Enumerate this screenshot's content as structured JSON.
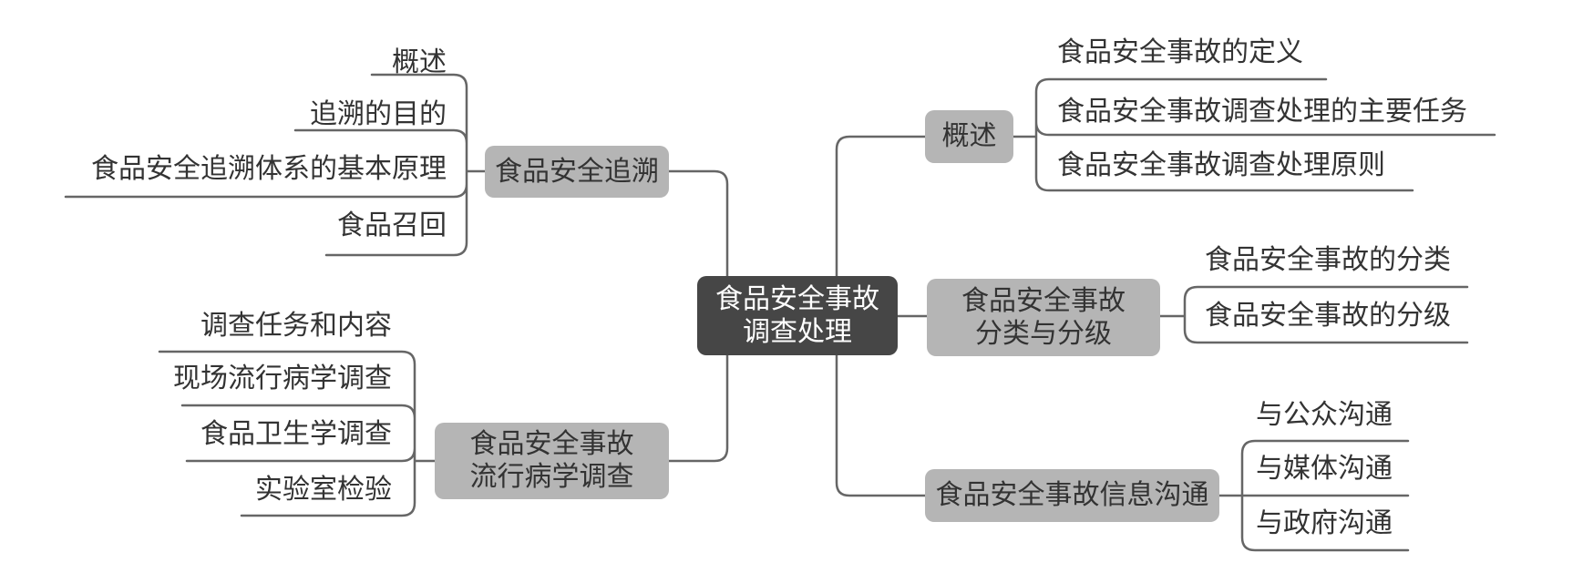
{
  "colors": {
    "root_fill": "#464646",
    "branch_fill": "#b5b5b5",
    "line": "#666666",
    "text": "#333333"
  },
  "root": {
    "line1": "食品安全事故",
    "line2": "调查处理"
  },
  "branches": {
    "traceability": {
      "label": "食品安全追溯",
      "leaves": [
        "概述",
        "追溯的目的",
        "食品安全追溯体系的基本原理",
        "食品召回"
      ]
    },
    "epidemiology": {
      "line1": "食品安全事故",
      "line2": "流行病学调查",
      "leaves": [
        "调查任务和内容",
        "现场流行病学调查",
        "食品卫生学调查",
        "实验室检验"
      ]
    },
    "overview": {
      "label": "概述",
      "leaves": [
        "食品安全事故的定义",
        "食品安全事故调查处理的主要任务",
        "食品安全事故调查处理原则"
      ]
    },
    "classification": {
      "line1": "食品安全事故",
      "line2": "分类与分级",
      "leaves": [
        "食品安全事故的分类",
        "食品安全事故的分级"
      ]
    },
    "communication": {
      "label": "食品安全事故信息沟通",
      "leaves": [
        "与公众沟通",
        "与媒体沟通",
        "与政府沟通"
      ]
    }
  }
}
